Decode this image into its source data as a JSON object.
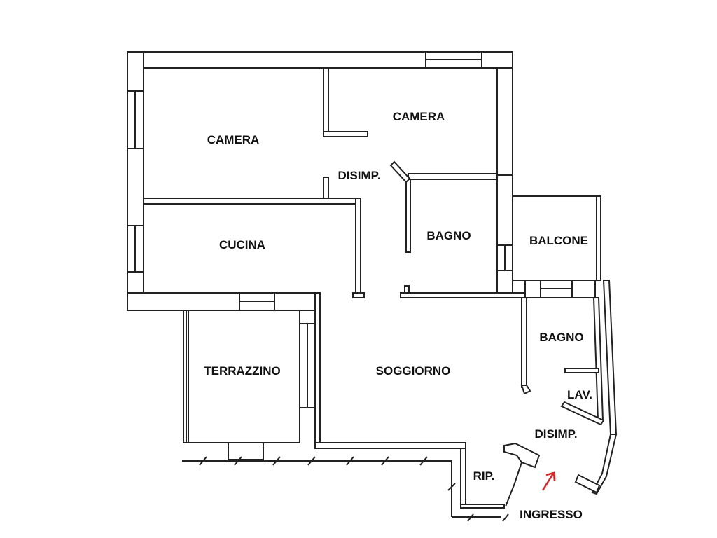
{
  "plan": {
    "rooms": [
      {
        "id": "camera-1",
        "label": "CAMERA"
      },
      {
        "id": "camera-2",
        "label": "CAMERA"
      },
      {
        "id": "disimpegno-1",
        "label": "DISIMP."
      },
      {
        "id": "cucina",
        "label": "CUCINA"
      },
      {
        "id": "bagno-1",
        "label": "BAGNO"
      },
      {
        "id": "balcone",
        "label": "BALCONE"
      },
      {
        "id": "terrazzino",
        "label": "TERRAZZINO"
      },
      {
        "id": "soggiorno",
        "label": "SOGGIORNO"
      },
      {
        "id": "bagno-2",
        "label": "BAGNO"
      },
      {
        "id": "lavanderia",
        "label": "LAV."
      },
      {
        "id": "disimpegno-2",
        "label": "DISIMP."
      },
      {
        "id": "ripostiglio",
        "label": "RIP."
      },
      {
        "id": "ingresso",
        "label": "INGRESSO"
      }
    ],
    "entrance_arrow_color": "#e02020"
  }
}
